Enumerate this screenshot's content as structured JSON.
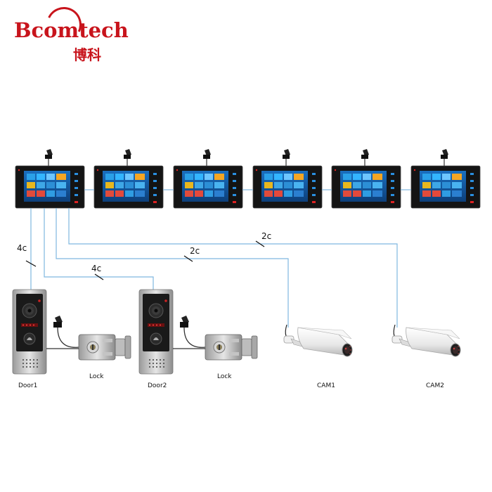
{
  "brand": {
    "name": "Bcomtech",
    "name_cn": "博科",
    "accent": "#c8141c"
  },
  "monitors": [
    {
      "id": "monitor-1"
    },
    {
      "id": "monitor-2"
    },
    {
      "id": "monitor-3"
    },
    {
      "id": "monitor-4"
    },
    {
      "id": "monitor-5"
    },
    {
      "id": "monitor-6"
    }
  ],
  "wires": {
    "door1": "4c",
    "door2": "4c",
    "cam1": "2c",
    "cam2": "2c"
  },
  "devices": {
    "door1": "Door1",
    "lock1": "Lock",
    "door2": "Door2",
    "lock2": "Lock",
    "cam1": "CAM1",
    "cam2": "CAM2"
  }
}
